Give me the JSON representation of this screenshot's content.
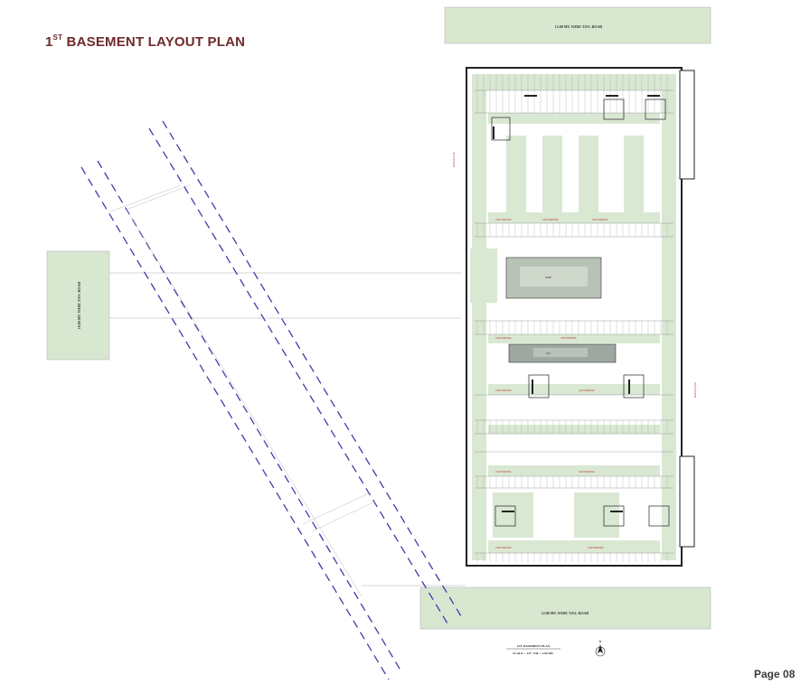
{
  "title": {
    "prefix": "1",
    "superscript": "ST",
    "text": "BASEMENT LAYOUT PLAN"
  },
  "page_number": "Page 08",
  "roads": {
    "top": "12.00 MT. WIDE T.P.S. ROAD",
    "bottom": "12.00 MT. WIDE T.P.S. ROAD",
    "left": "18.00 MT. WIDE T.P.S. ROAD"
  },
  "plan_caption": {
    "line1": "1ST. BASEMENT PLAN",
    "line2": "SCALE :- 1/8\" CM. = 2.00 MT."
  },
  "labels": {
    "left_margin": "MARGIN LINE",
    "right_margin": "MARGIN LINE",
    "slot": "CAR PARKING",
    "lift": "LIFT",
    "ramp": "RAMP"
  },
  "colors": {
    "road_fill": "#d8e7cf",
    "green_fill": "#d9e8d2",
    "grey_fill": "#9fa8a0",
    "dashed_line": "#3a3fa8",
    "title": "#6e2a2a"
  },
  "north_arrow": "N"
}
